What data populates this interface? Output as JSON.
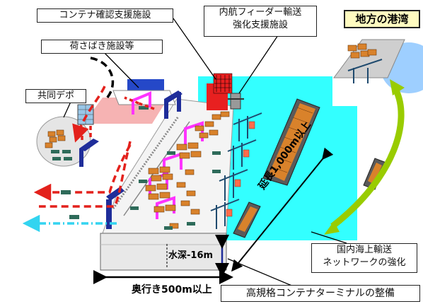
{
  "labels": {
    "container_check": "コンテナ確認支援施設",
    "feeder_line1": "内航フィーダー輸送",
    "feeder_line2": "強化支援施設",
    "region_port": "地方の港湾",
    "cargo_facility": "荷さばき施設等",
    "joint_depot": "共同デポ",
    "domestic_line1": "国内海上輸送",
    "domestic_line2": "ネットワークの強化",
    "quay_length": "延長1,000m以上",
    "water_depth": "水深-16m",
    "yard_depth": "奥行き500m以上",
    "terminal_title": "高規格コンテナターミナルの整備"
  },
  "colors": {
    "water": "#33ffff",
    "port_water": "#9ecfff",
    "yard": "#f7f7f7",
    "gate_blue": "#1f2d9a",
    "magenta": "#ff33ff",
    "crane_green": "#2e6b5a",
    "container_orange": "#d9822b",
    "arrow_red": "#e3211c",
    "arrow_cyan": "#33d4f0",
    "network_arrow": "#99cc00",
    "region_fill": "#fffbc0"
  }
}
